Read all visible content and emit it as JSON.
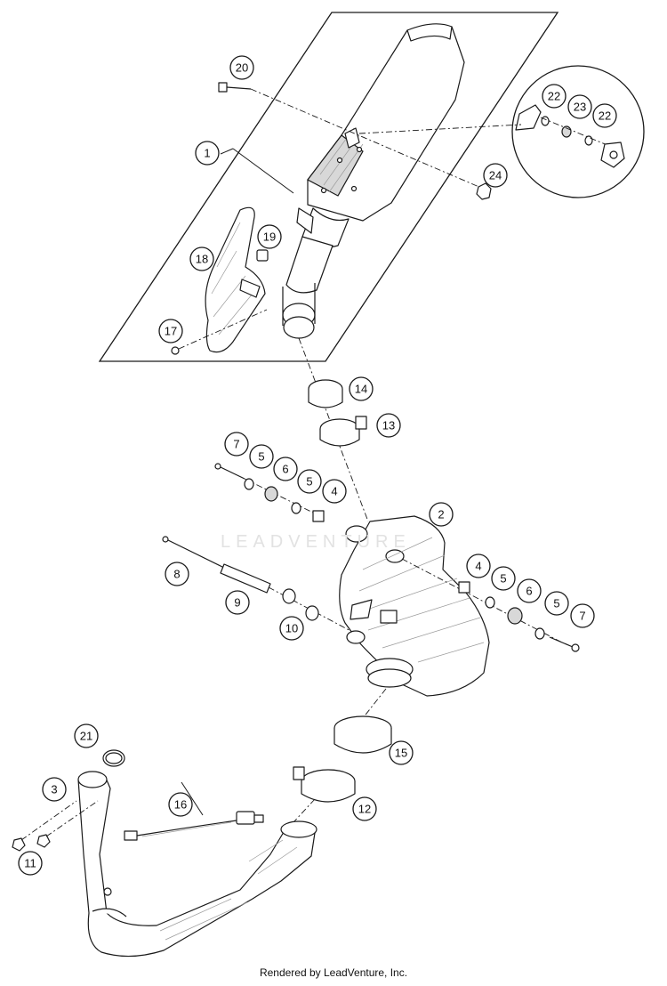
{
  "diagram": {
    "callouts": [
      "1",
      "2",
      "3",
      "4",
      "4",
      "5",
      "5",
      "5",
      "5",
      "6",
      "6",
      "7",
      "7",
      "8",
      "9",
      "10",
      "11",
      "12",
      "13",
      "14",
      "15",
      "16",
      "17",
      "18",
      "19",
      "20",
      "21",
      "22",
      "22",
      "23",
      "24"
    ],
    "watermark": "LEADVENTURE",
    "footer": "Rendered by LeadVenture, Inc."
  }
}
